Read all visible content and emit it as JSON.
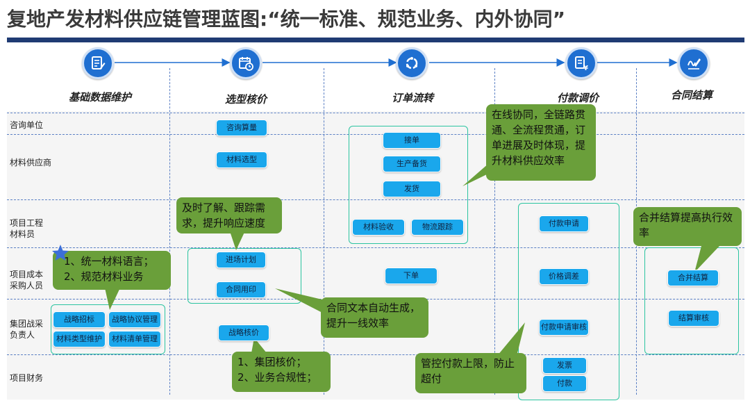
{
  "title": "复地产发材料供应链管理蓝图:“统一标准、规范业务、内外协同”",
  "stages": [
    {
      "label": "基础数据维护",
      "icon": "document-edit-icon"
    },
    {
      "label": "选型核价",
      "icon": "calendar-clock-icon"
    },
    {
      "label": "订单流转",
      "icon": "cycle-arrows-icon"
    },
    {
      "label": "付款调价",
      "icon": "invoice-yen-icon"
    },
    {
      "label": "合同结算",
      "icon": "signature-pen-icon"
    }
  ],
  "rows": [
    "咨询单位",
    "材料供应商",
    "项目工程\n材料员",
    "项目成本\n采购人员",
    "集团战采\n负责人",
    "项目财务"
  ],
  "boxes": {
    "consult_calc": "咨询算量",
    "material_selection": "材料选型",
    "receive_order": "接单",
    "production_stock": "生产备货",
    "ship": "发货",
    "material_acceptance": "材料验收",
    "logistics_tracking": "物流跟踪",
    "payment_request": "付款申请",
    "entry_plan": "进场计划",
    "contract_print": "合同用印",
    "place_order": "下单",
    "price_adjust": "价格调差",
    "merge_settlement": "合并结算",
    "strategic_bid": "战略招标",
    "strategic_agreement": "战略协议管理",
    "material_type": "材料类型维护",
    "material_list": "材料清单管理",
    "group_pricing": "战略核价",
    "payment_review": "付款申请审核",
    "settlement_review": "结算审核",
    "invoice": "发票",
    "payment": "付款"
  },
  "callouts": {
    "order_flow": "在线协同，全链路贯通、全流程贯通，订单进展及时体现，提升材料供应效率",
    "tracking": "及时了解、跟踪需求，提升响应速度",
    "language": "1、统一材料语言；\n2、规范材料业务",
    "contract": "合同文本自动生成，提升一线效率",
    "pricing": "1、集团核价；\n2、业务合规性；",
    "payment_cap": "管控付款上限，防止超付",
    "settlement": "合并结算提高执行效率"
  },
  "colors": {
    "title_bar": "#1f3b73",
    "box_fill": "#1aa7ec",
    "callout_fill": "#6a9f3a",
    "group_border": "#2bc4a0",
    "dash": "#5a7fc4",
    "icon_fill": "#1f6fd1",
    "star": "#3c6fd8"
  }
}
